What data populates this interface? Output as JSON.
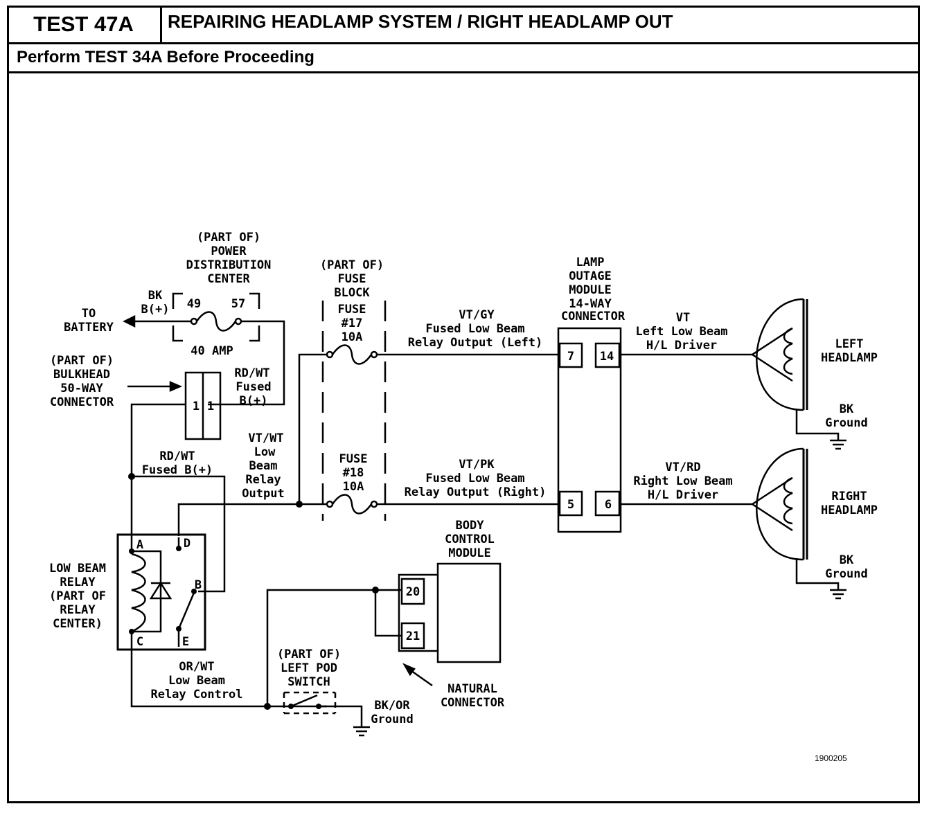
{
  "header": {
    "test_id": "TEST 47A",
    "title": "REPAIRING HEADLAMP SYSTEM / RIGHT HEADLAMP OUT",
    "subtitle": "Perform TEST 34A Before Proceeding"
  },
  "figure_code": "1900205",
  "pdc": {
    "l1": "(PART OF)",
    "l2": "POWER",
    "l3": "DISTRIBUTION",
    "l4": "CENTER",
    "pin_a": "49",
    "pin_b": "57",
    "rating": "40 AMP"
  },
  "battery": {
    "wire1": "BK",
    "wire2": "B(+)",
    "to1": "TO",
    "to2": "BATTERY"
  },
  "bulkhead": {
    "l1": "(PART OF)",
    "l2": "BULKHEAD",
    "l3": "50-WAY",
    "l4": "CONNECTOR",
    "pin_left": "1",
    "pin_right": "1"
  },
  "wire_rdwt_top": {
    "l1": "RD/WT",
    "l2": "Fused",
    "l3": "B(+)"
  },
  "wire_rdwt_left": {
    "l1": "RD/WT",
    "l2": "Fused B(+)"
  },
  "wire_vtwt": {
    "l1": "VT/WT",
    "l2": "Low",
    "l3": "Beam",
    "l4": "Relay",
    "l5": "Output"
  },
  "fuse_block": {
    "l1": "(PART OF)",
    "l2": "FUSE",
    "l3": "BLOCK",
    "fuse17_l1": "FUSE",
    "fuse17_l2": "#17",
    "fuse17_l3": "10A",
    "fuse18_l1": "FUSE",
    "fuse18_l2": "#18",
    "fuse18_l3": "10A"
  },
  "wire_vtgy": {
    "l1": "VT/GY",
    "l2": "Fused Low Beam",
    "l3": "Relay Output (Left)"
  },
  "wire_vtpk": {
    "l1": "VT/PK",
    "l2": "Fused Low Beam",
    "l3": "Relay Output (Right)"
  },
  "lom": {
    "l1": "LAMP",
    "l2": "OUTAGE",
    "l3": "MODULE",
    "l4": "14-WAY",
    "l5": "CONNECTOR",
    "pin7": "7",
    "pin14": "14",
    "pin5": "5",
    "pin6": "6"
  },
  "wire_vt": {
    "l1": "VT",
    "l2": "Left Low Beam",
    "l3": "H/L Driver"
  },
  "wire_vtrd": {
    "l1": "VT/RD",
    "l2": "Right Low Beam",
    "l3": "H/L Driver"
  },
  "left_headlamp": {
    "l1": "LEFT",
    "l2": "HEADLAMP",
    "gnd1": "BK",
    "gnd2": "Ground"
  },
  "right_headlamp": {
    "l1": "RIGHT",
    "l2": "HEADLAMP",
    "gnd1": "BK",
    "gnd2": "Ground"
  },
  "relay": {
    "l1": "LOW BEAM",
    "l2": "RELAY",
    "l3": "(PART OF",
    "l4": "RELAY",
    "l5": "CENTER)",
    "pa": "A",
    "pb": "B",
    "pc": "C",
    "pd": "D",
    "pe": "E"
  },
  "bcm": {
    "l1": "BODY",
    "l2": "CONTROL",
    "l3": "MODULE",
    "pin20": "20",
    "pin21": "21",
    "conn1": "NATURAL",
    "conn2": "CONNECTOR"
  },
  "wire_orwt": {
    "l1": "OR/WT",
    "l2": "Low Beam",
    "l3": "Relay Control"
  },
  "switch": {
    "l1": "(PART OF)",
    "l2": "LEFT POD",
    "l3": "SWITCH",
    "gnd1": "BK/OR",
    "gnd2": "Ground"
  }
}
